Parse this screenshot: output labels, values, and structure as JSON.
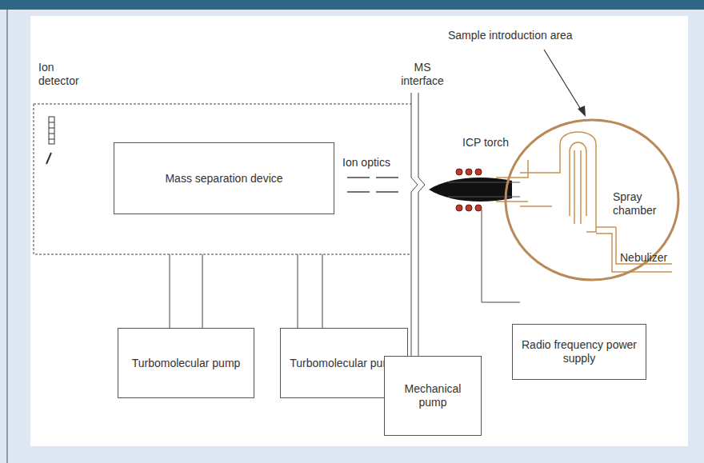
{
  "diagram": {
    "nodes": [
      {
        "text": [
          "Mass separation device"
        ]
      },
      {
        "text": [
          "Turbomolecular pump"
        ]
      },
      {
        "text": [
          "Turbomolecular pump"
        ]
      },
      {
        "text": [
          "Mechanical pump"
        ]
      },
      {
        "text": [
          "Radio frequency power supply"
        ]
      }
    ],
    "labels": [
      "Ion detector",
      "MS interface",
      "Ion optics",
      "ICP torch",
      "Sample introduction area",
      "Spray chamber",
      "Nebulizer"
    ]
  }
}
